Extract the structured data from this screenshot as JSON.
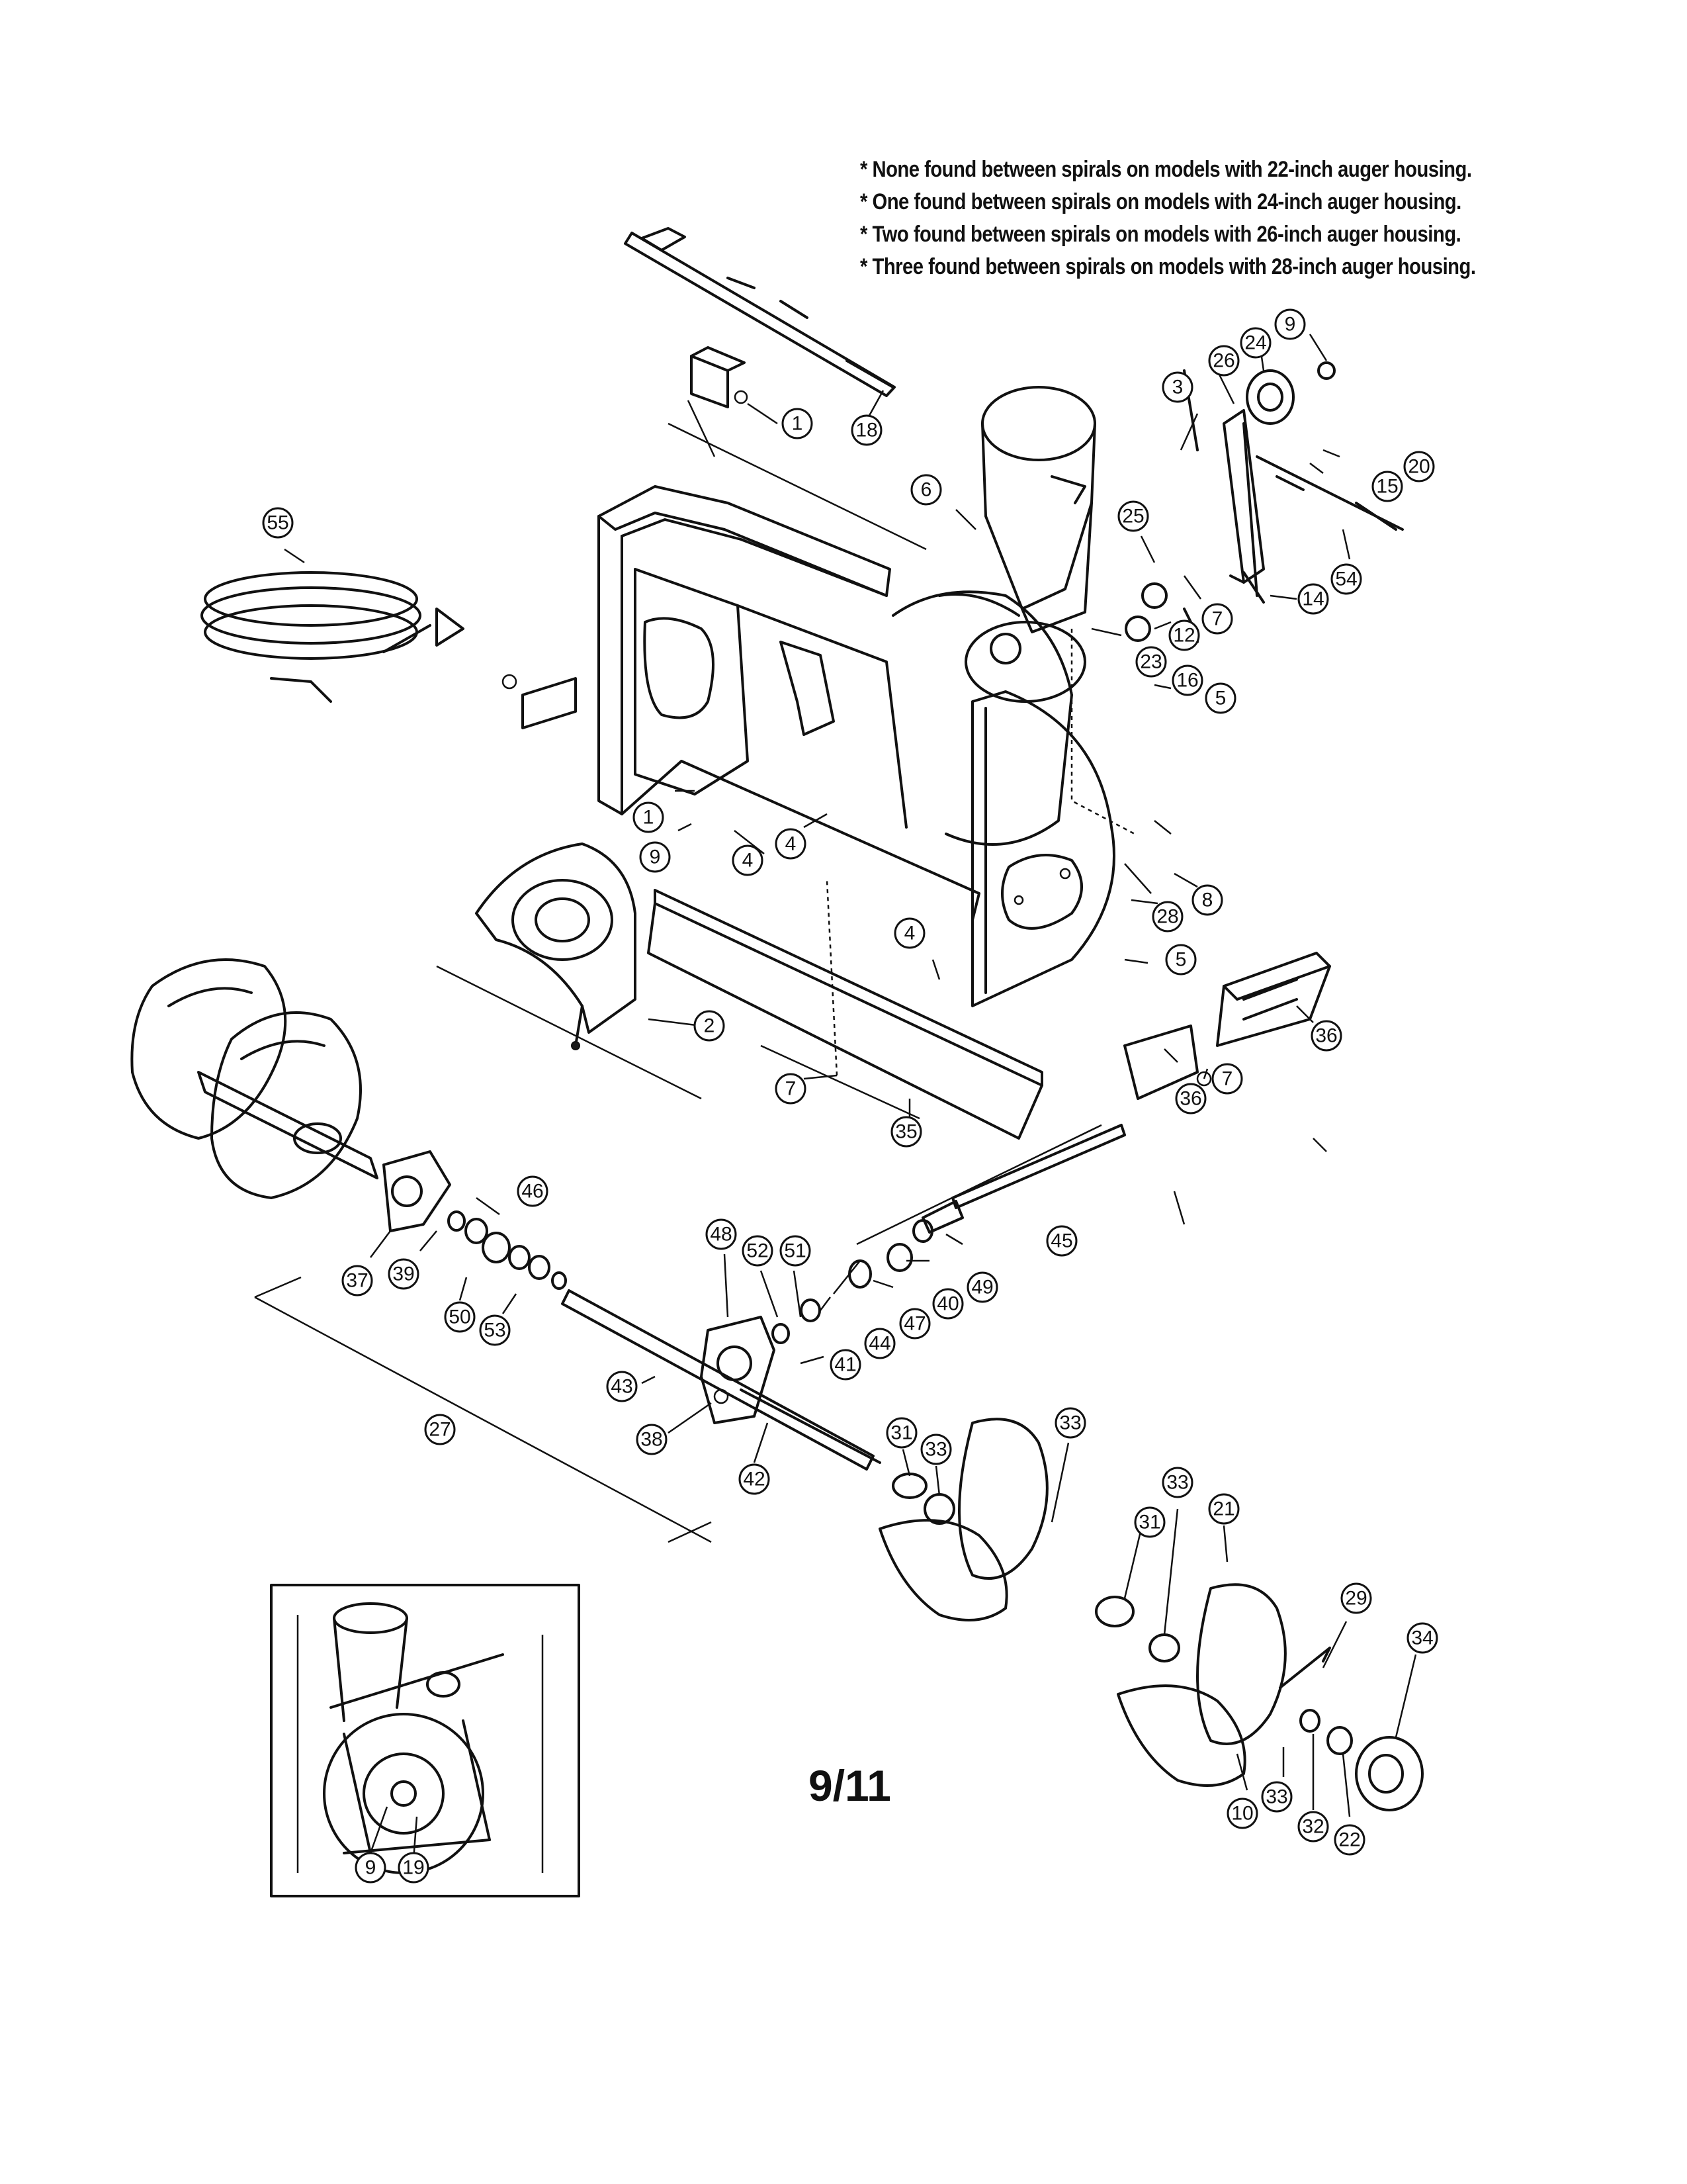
{
  "notes": [
    "* None found between spirals on models with 22-inch auger housing.",
    "* One found between spirals on models with 24-inch auger housing.",
    "* Two found between spirals on models with 26-inch auger housing.",
    "* Three found between spirals on models with 28-inch auger housing."
  ],
  "page_number": "9/11",
  "callouts": [
    "1",
    "18",
    "55",
    "6",
    "3",
    "26",
    "24",
    "9",
    "20",
    "15",
    "25",
    "54",
    "14",
    "7",
    "12",
    "23",
    "16",
    "5",
    "1",
    "9",
    "4",
    "4",
    "8",
    "28",
    "4",
    "5",
    "36",
    "2",
    "7",
    "36",
    "7",
    "35",
    "46",
    "45",
    "48",
    "52",
    "51",
    "37",
    "39",
    "50",
    "53",
    "49",
    "40",
    "47",
    "44",
    "41",
    "43",
    "38",
    "27",
    "42",
    "31",
    "33",
    "33",
    "33",
    "21",
    "31",
    "29",
    "34",
    "10",
    "32",
    "22",
    "33",
    "9",
    "19"
  ]
}
